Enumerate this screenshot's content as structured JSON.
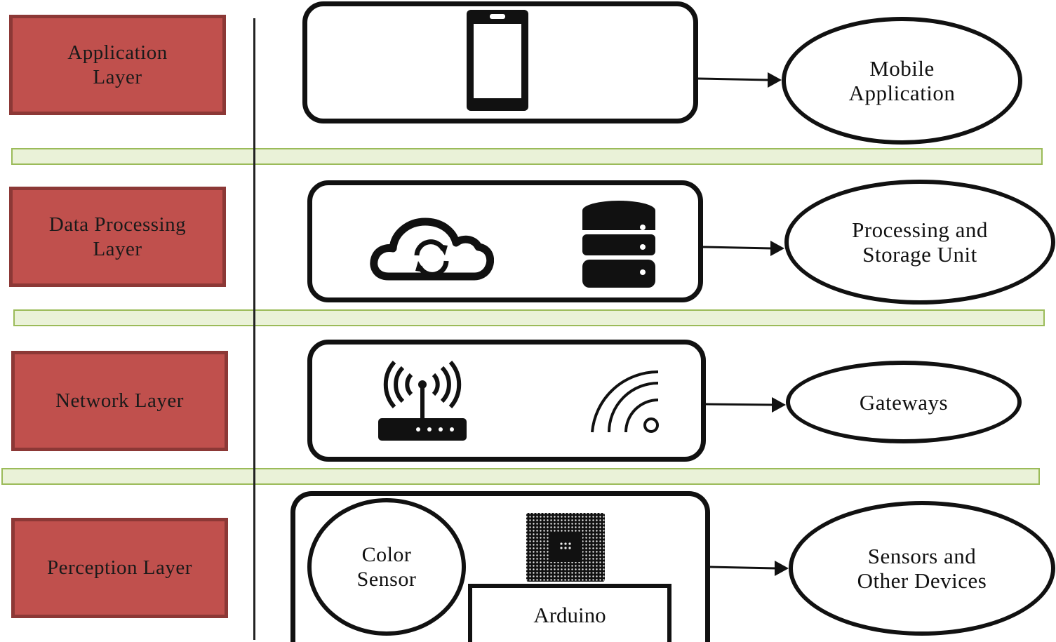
{
  "layers": [
    {
      "label": "Application\nLayer"
    },
    {
      "label": "Data Processing\nLayer"
    },
    {
      "label": "Network Layer"
    },
    {
      "label": "Perception Layer"
    }
  ],
  "outputs": [
    {
      "label": "Mobile\nApplication"
    },
    {
      "label": "Processing and\nStorage Unit"
    },
    {
      "label": "Gateways"
    },
    {
      "label": "Sensors and\nOther Devices"
    }
  ],
  "perception": {
    "sensor_label": "Color\nSensor",
    "board_label": "Arduino"
  },
  "icons": [
    "smartphone-icon",
    "cloud-sync-icon",
    "database-icon",
    "router-icon",
    "wifi-signal-icon",
    "chip-icon"
  ],
  "colors": {
    "layer_fill": "#c0504d",
    "layer_border": "#8c3836",
    "separator_fill": "#eaf2d8",
    "separator_border": "#9bbb59"
  }
}
